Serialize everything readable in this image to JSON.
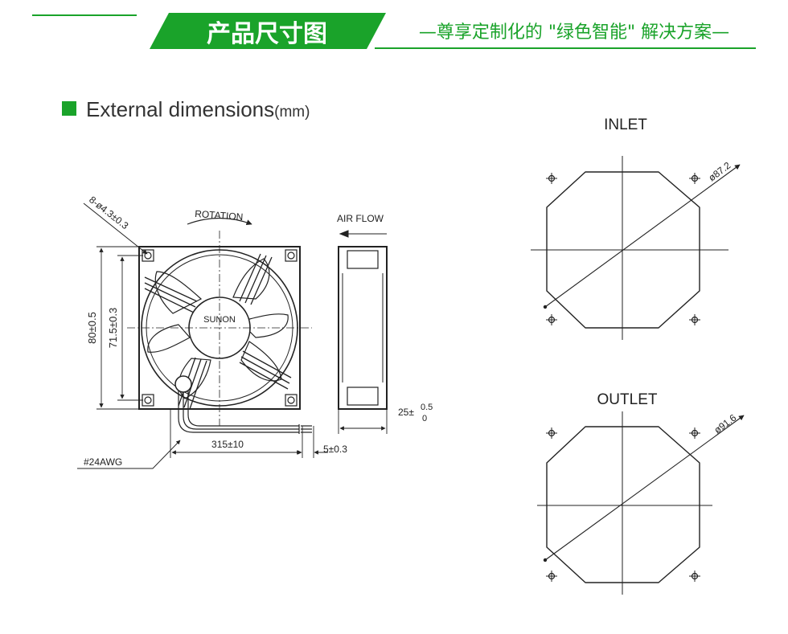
{
  "header": {
    "title": "产品尺寸图",
    "slogan": "—尊享定制化的 \"绿色智能\" 解决方案—",
    "accent_color": "#1aa32a"
  },
  "section": {
    "heading": "External dimensions",
    "unit": "(mm)",
    "bullet_color": "#1aa32a"
  },
  "front_view": {
    "hole_label": "8-ø4.3±0.3",
    "rotation_label": "ROTATION",
    "brand_label": "SUNON",
    "height_label": "80±0.5",
    "hole_spacing_label": "71.5±0.3",
    "lead_length_label": "315±10",
    "wire_strip_label": "5±0.3",
    "wire_gauge_label": "#24AWG"
  },
  "side_view": {
    "airflow_label": "AIR FLOW",
    "depth_label": "25±",
    "depth_tol_upper": "0.5",
    "depth_tol_lower": "0"
  },
  "inlet": {
    "title": "INLET",
    "diameter_label": "ø87.2"
  },
  "outlet": {
    "title": "OUTLET",
    "diameter_label": "ø91.6"
  }
}
